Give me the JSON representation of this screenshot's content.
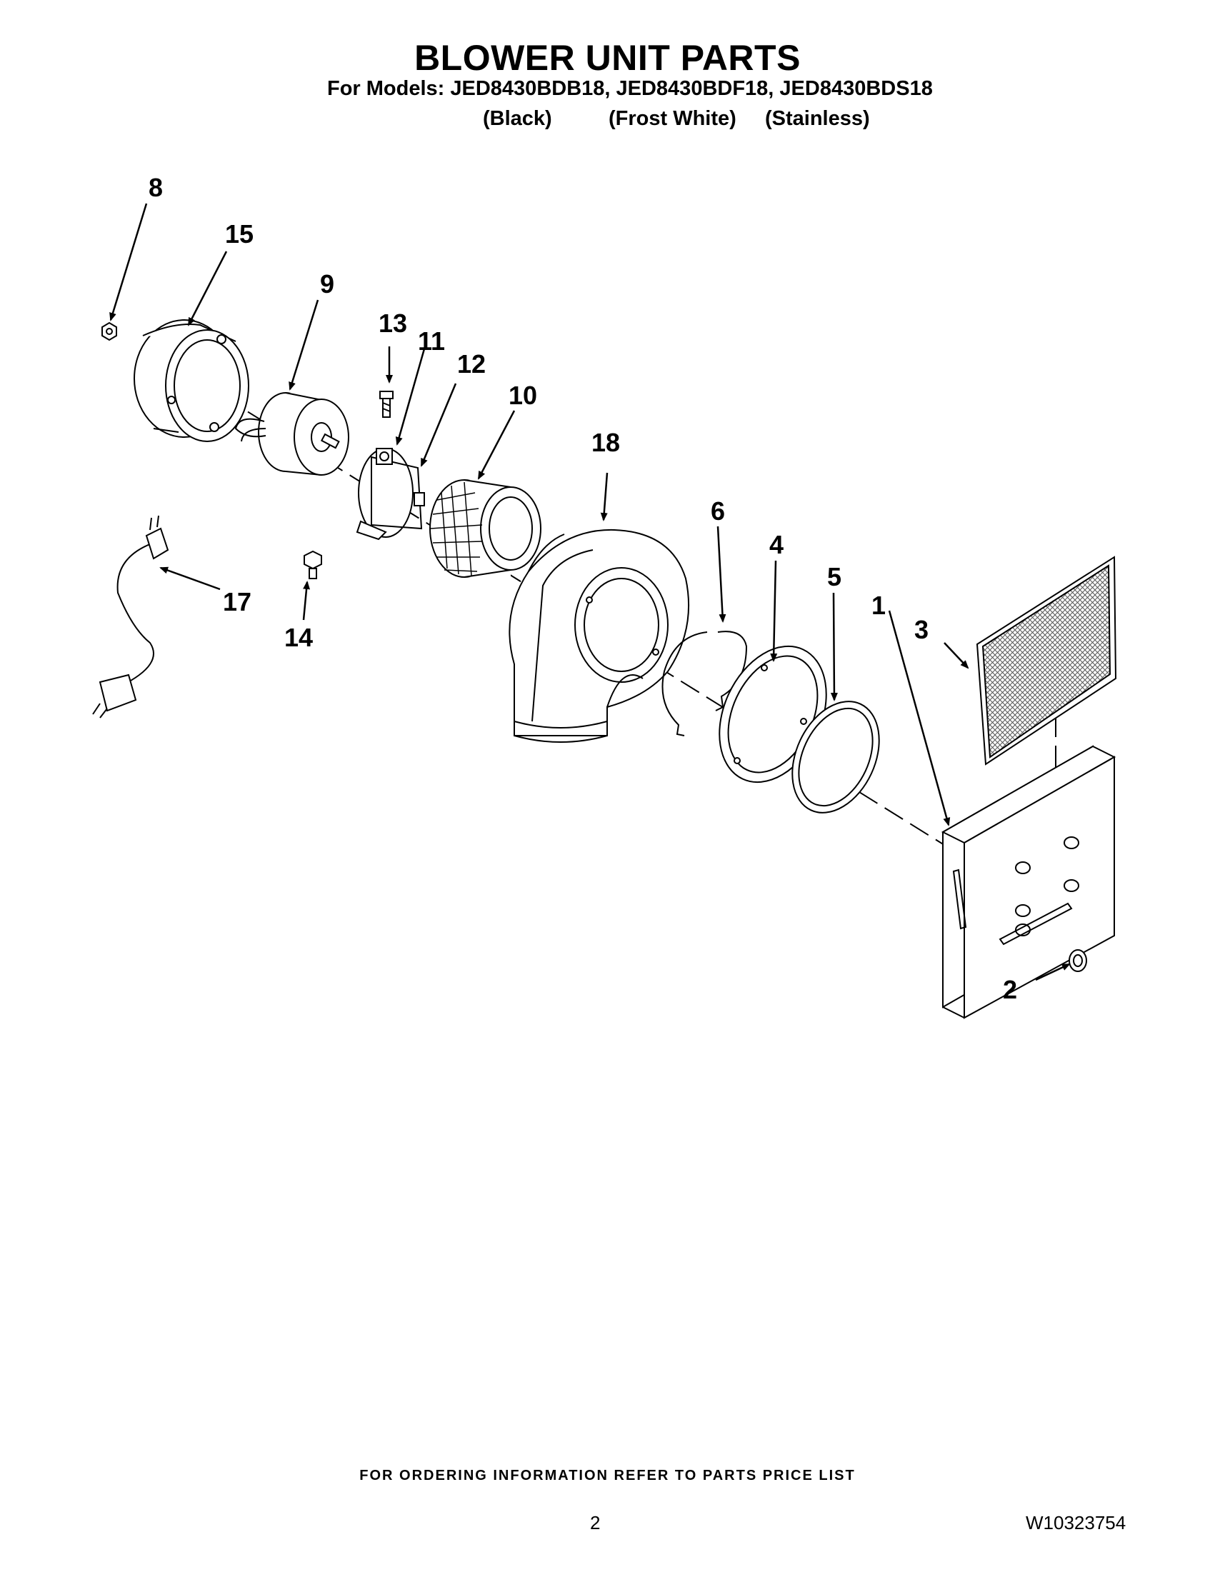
{
  "page": {
    "title": "BLOWER UNIT PARTS",
    "models_line": "For Models: JED8430BDB18, JED8430BDF18, JED8430BDS18",
    "variants": [
      "(Black)",
      "(Frost White)",
      "(Stainless)"
    ]
  },
  "diagram": {
    "callouts": [
      "1",
      "2",
      "3",
      "4",
      "5",
      "6",
      "8",
      "9",
      "10",
      "11",
      "12",
      "13",
      "14",
      "15",
      "17",
      "18"
    ]
  },
  "footer": {
    "ordering_note": "FOR ORDERING INFORMATION REFER TO PARTS PRICE LIST",
    "page_number": "2",
    "document_number": "W10323754"
  }
}
